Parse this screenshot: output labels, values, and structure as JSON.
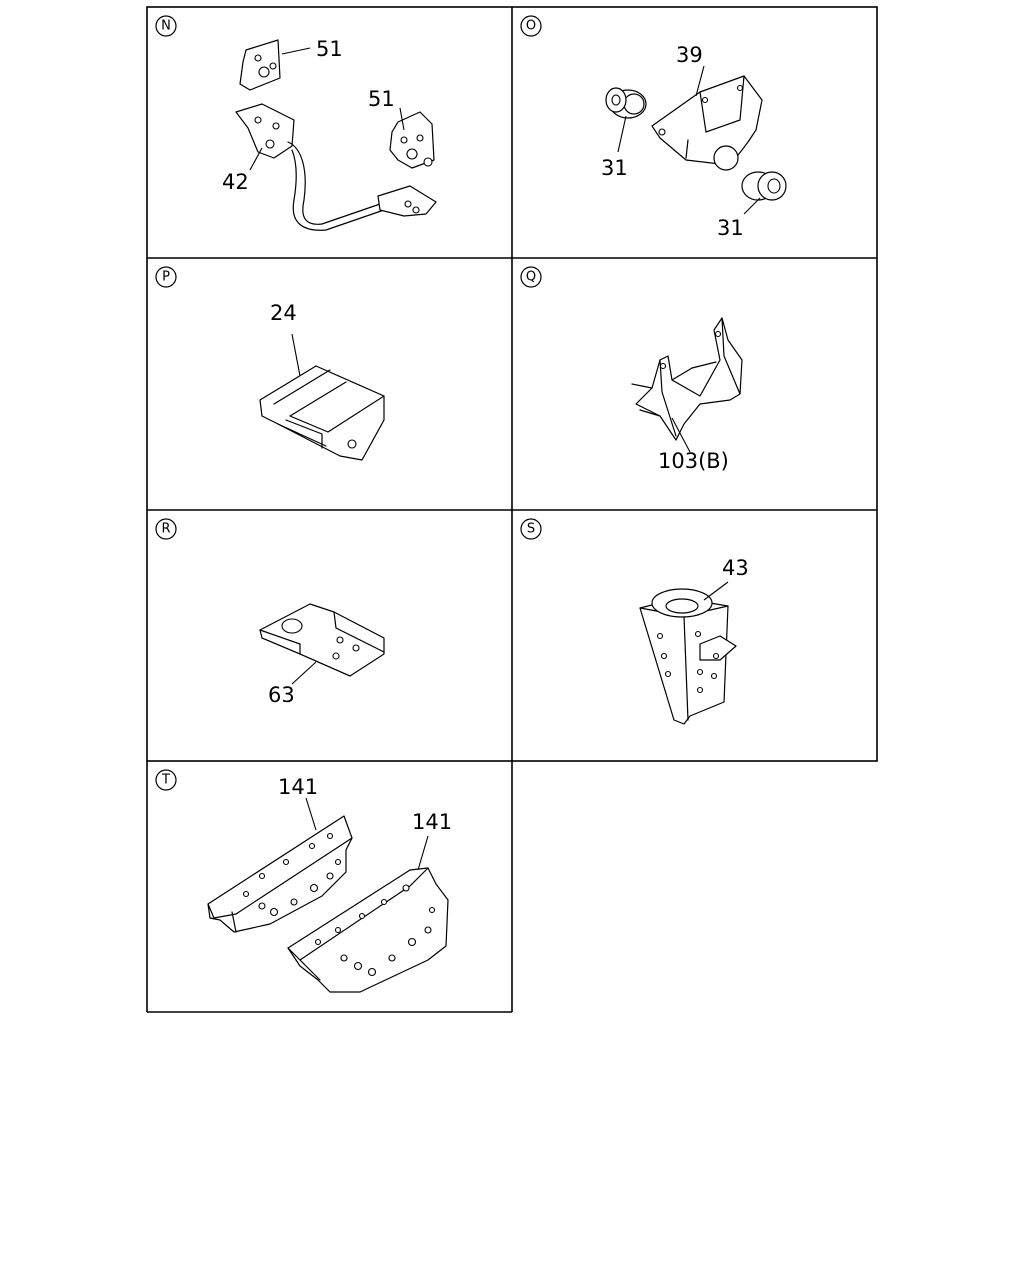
{
  "panels": [
    {
      "id": "N",
      "labels": [
        "51",
        "51",
        "42"
      ]
    },
    {
      "id": "O",
      "labels": [
        "39",
        "31",
        "31"
      ]
    },
    {
      "id": "P",
      "labels": [
        "24"
      ]
    },
    {
      "id": "Q",
      "labels": [
        "103(B)"
      ]
    },
    {
      "id": "R",
      "labels": [
        "63"
      ]
    },
    {
      "id": "S",
      "labels": [
        "43"
      ]
    },
    {
      "id": "T",
      "labels": [
        "141",
        "141"
      ]
    }
  ]
}
